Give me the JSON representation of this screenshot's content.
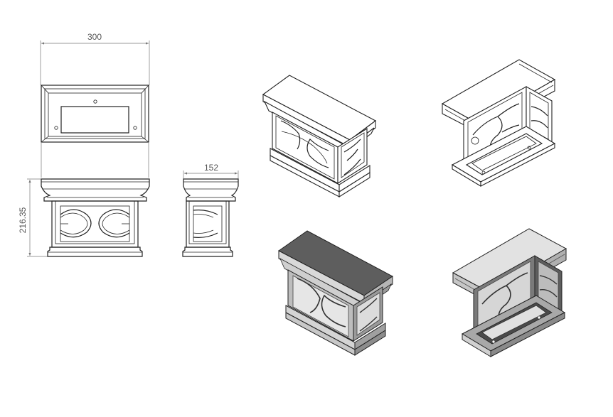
{
  "dimensions": {
    "width": "300",
    "depth": "152",
    "height": "216.35"
  },
  "colors": {
    "line": "#222222",
    "dimension": "#777777",
    "shade_light": "#d9d9d9",
    "shade_mid": "#9a9a9a",
    "shade_dark": "#5e5e5e"
  },
  "views": [
    "top-view",
    "front-view",
    "side-view",
    "iso-line-top",
    "iso-line-bottom",
    "iso-shaded-top",
    "iso-shaded-bottom"
  ]
}
